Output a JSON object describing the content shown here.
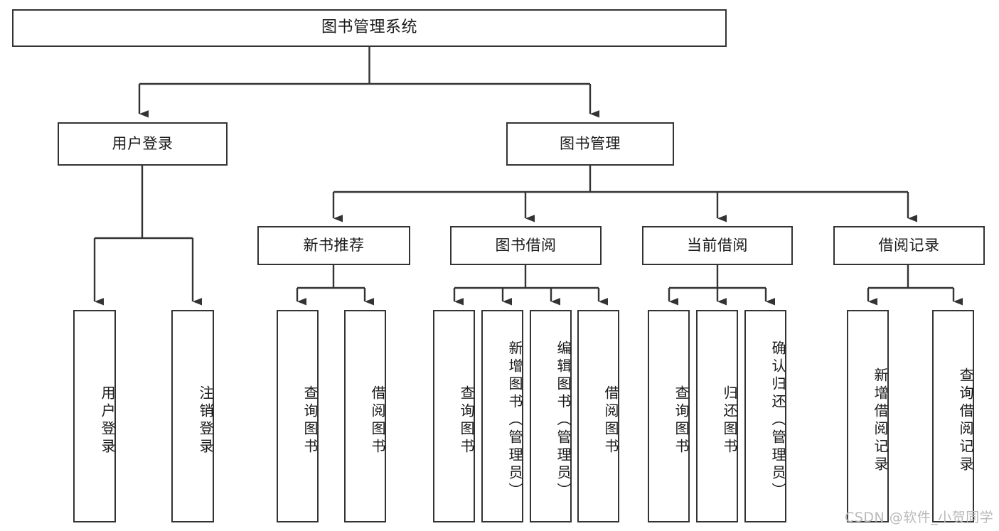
{
  "diagram": {
    "title": "图书管理系统",
    "type": "hierarchy-tree",
    "watermark": "CSDN @软件_小贺同学",
    "colors": {
      "box_border": "#333333",
      "box_fill": "#ffffff",
      "connector": "#333333",
      "text": "#1a1a1a",
      "watermark": "#b9b9b9",
      "background": "#ffffff"
    },
    "nodes": {
      "root": {
        "label": "图书管理系统"
      },
      "level1": [
        {
          "label": "用户登录"
        },
        {
          "label": "图书管理"
        }
      ],
      "level2": [
        {
          "label": "新书推荐"
        },
        {
          "label": "图书借阅"
        },
        {
          "label": "当前借阅"
        },
        {
          "label": "借阅记录"
        }
      ],
      "leaves_user_login": [
        {
          "label": "用户登录"
        },
        {
          "label": "注销登录"
        }
      ],
      "leaves_new_book": [
        {
          "label": "查询图书"
        },
        {
          "label": "借阅图书"
        }
      ],
      "leaves_borrow": [
        {
          "label": "查询图书"
        },
        {
          "label": "新增图书（管理员）"
        },
        {
          "label": "编辑图书（管理员）"
        },
        {
          "label": "借阅图书"
        }
      ],
      "leaves_current": [
        {
          "label": "查询图书"
        },
        {
          "label": "归还图书"
        },
        {
          "label": "确认归还（管理员）"
        }
      ],
      "leaves_records": [
        {
          "label": "新增借阅记录"
        },
        {
          "label": "查询借阅记录"
        }
      ]
    }
  }
}
